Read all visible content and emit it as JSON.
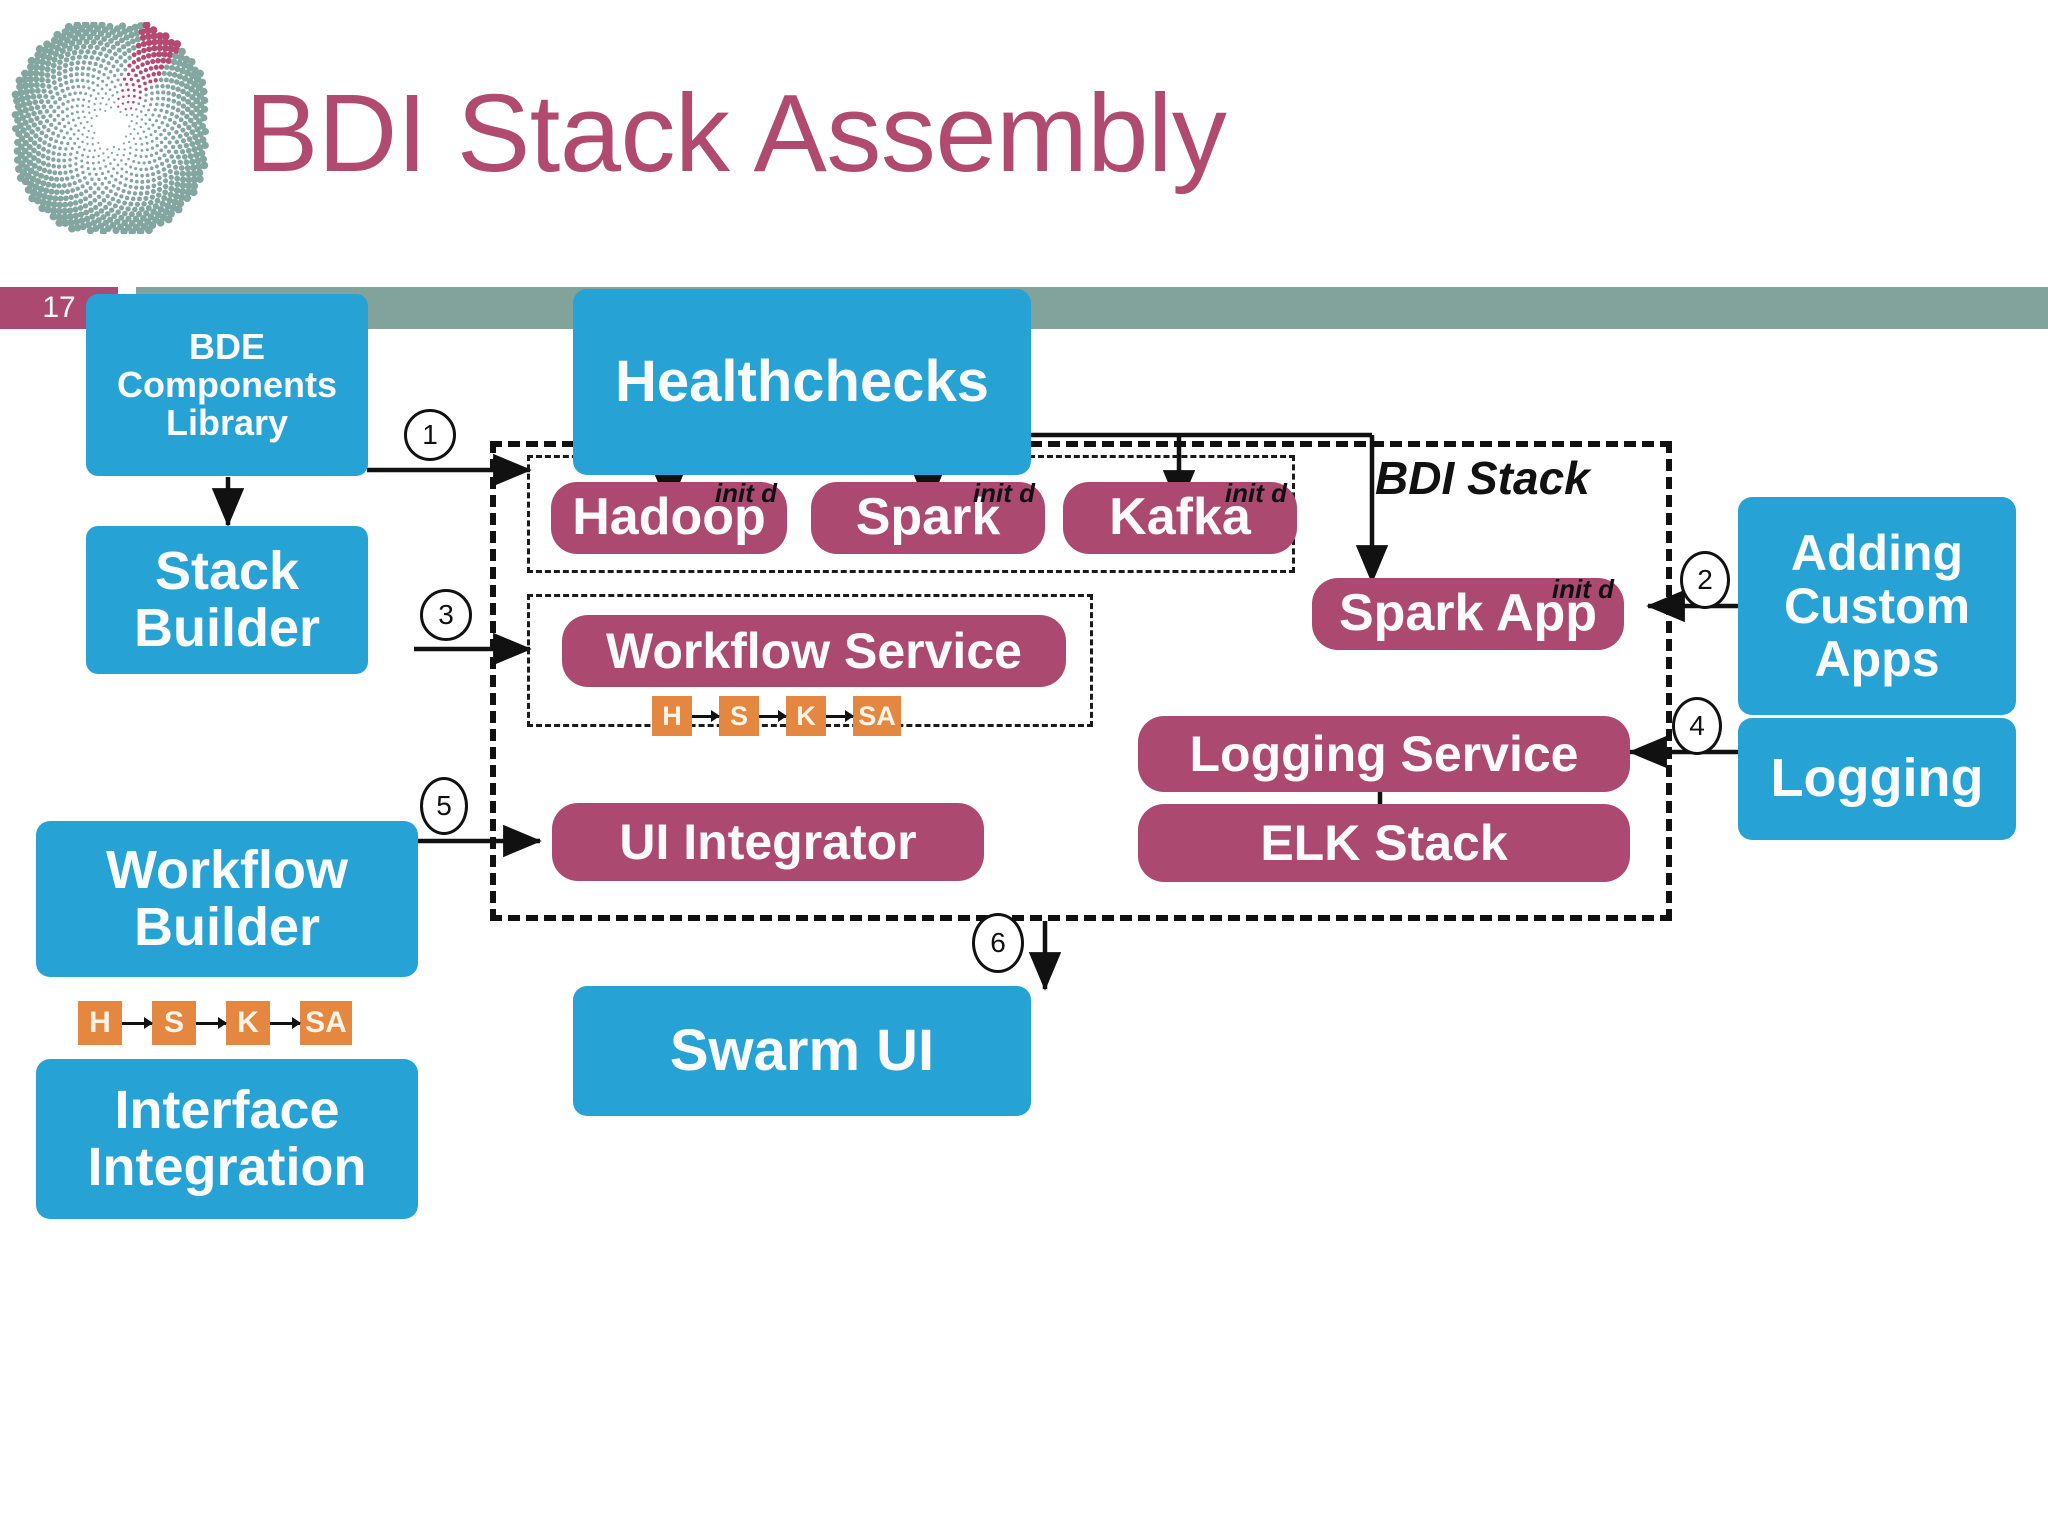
{
  "header": {
    "title": "BDI Stack Assembly",
    "slide_number": "17",
    "logo_name": "bdi-spiral-logo",
    "title_color": "#B04A6E",
    "badge_color": "#AC4971",
    "rule_color": "#82A29C"
  },
  "theme": {
    "blue": "#26A3D4",
    "maroon": "#AC4971",
    "orange": "#E38741",
    "line": "#111111"
  },
  "diagram": {
    "container_label": "BDI Stack",
    "nodes": {
      "bde_components_library": "BDE\nComponents\nLibrary",
      "bde_line1": "BDE",
      "bde_line2": "Components",
      "bde_line3": "Library",
      "stack_builder": "Stack\nBuilder",
      "stack_builder_line1": "Stack",
      "stack_builder_line2": "Builder",
      "healthchecks": "Healthchecks",
      "hadoop": "Hadoop",
      "spark": "Spark",
      "kafka": "Kafka",
      "spark_app": "Spark App",
      "workflow_builder_line1": "Workflow",
      "workflow_builder_line2": "Builder",
      "workflow_service": "Workflow Service",
      "adding_custom_apps_line1": "Adding",
      "adding_custom_apps_line2": "Custom",
      "adding_custom_apps_line3": "Apps",
      "logging_service": "Logging Service",
      "elk_stack": "ELK Stack",
      "logging": "Logging",
      "interface_integration_line1": "Interface",
      "interface_integration_line2": "Integration",
      "ui_integrator": "UI Integrator",
      "swarm_ui": "Swarm UI"
    },
    "init_d_label": "init d",
    "init_d_on": [
      "hadoop",
      "spark",
      "kafka",
      "spark_app"
    ],
    "chips": {
      "builder": [
        "H",
        "S",
        "K",
        "SA"
      ],
      "service": [
        "H",
        "S",
        "K",
        "SA"
      ]
    },
    "steps": [
      "1",
      "2",
      "3",
      "4",
      "5",
      "6"
    ],
    "step_labels": {
      "s1": "1",
      "s2": "2",
      "s3": "3",
      "s4": "4",
      "s5": "5",
      "s6": "6"
    }
  }
}
